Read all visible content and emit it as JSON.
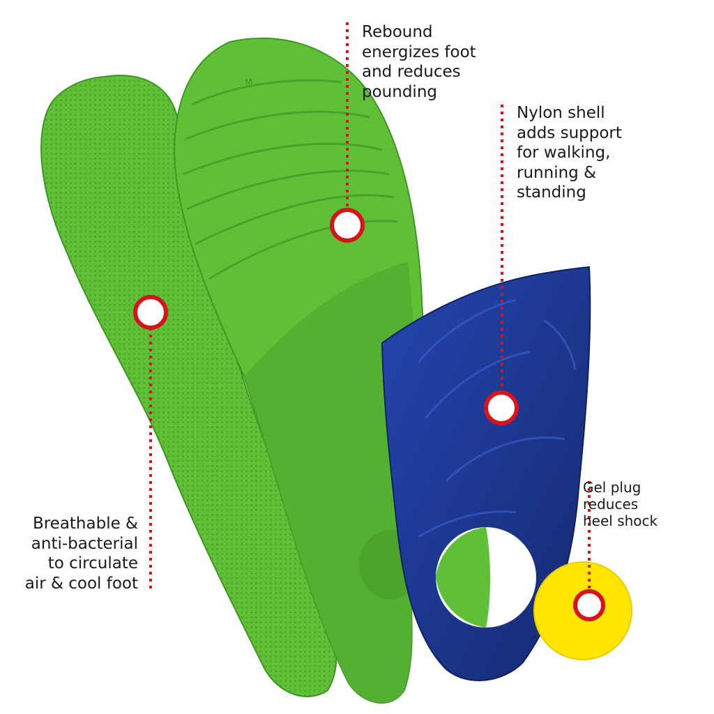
{
  "colors": {
    "insole_green": "#5fbf37",
    "insole_green_dark": "#48a22a",
    "shell_blue": "#1f3d9c",
    "shell_blue_dark": "#162c78",
    "gel_yellow": "#ffe500",
    "callout_red": "#d7141a",
    "text": "#1a1a1a"
  },
  "callouts": {
    "rebound": {
      "lines": [
        "Rebound",
        "energizes foot",
        "and reduces",
        "pounding"
      ]
    },
    "nylon": {
      "lines": [
        "Nylon shell",
        "adds support",
        "for walking,",
        "running &",
        "standing"
      ]
    },
    "breathable": {
      "lines": [
        "Breathable &",
        "anti-bacterial",
        "to circulate",
        "air & cool foot"
      ]
    },
    "gel": {
      "lines": [
        "Gel plug",
        "reduces",
        "heel shock"
      ]
    }
  },
  "insole_size_mark": "M"
}
